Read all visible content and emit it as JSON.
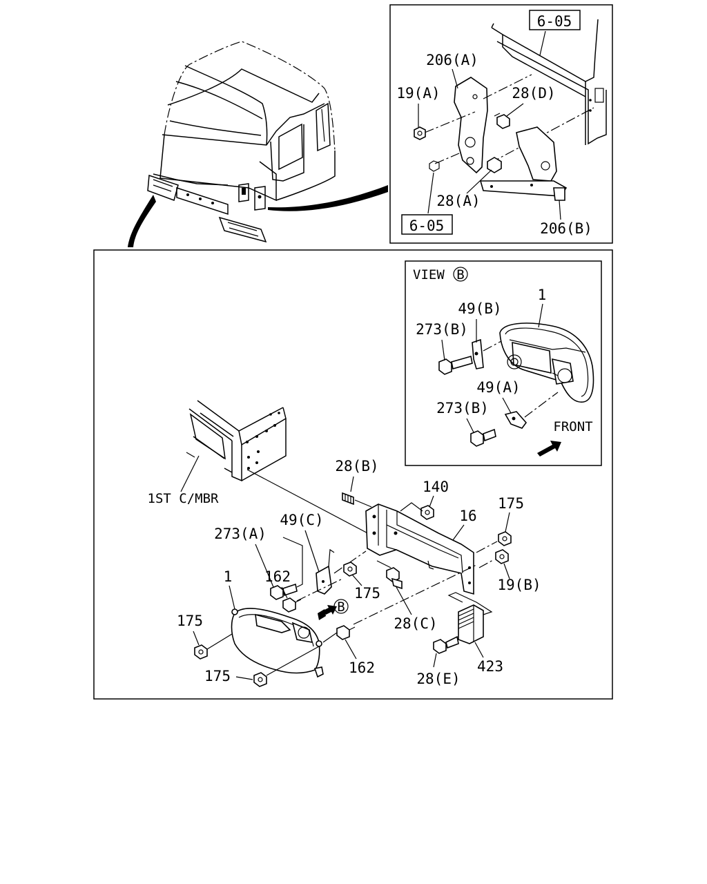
{
  "refs": {
    "top": "6-05",
    "bottom": "6-05"
  },
  "inset_top": {
    "labels": {
      "bracket_206a": "206(A)",
      "nut_19a": "19(A)",
      "bolt_28d": "28(D)",
      "bolt_28a": "28(A)",
      "bracket_206b": "206(B)"
    }
  },
  "view_b": {
    "title": "VIEW",
    "title_symbol": "B",
    "labels": {
      "lamp_1": "1",
      "bracket_49b": "49(B)",
      "bolt_273b_upper": "273(B)",
      "bracket_49a": "49(A)",
      "bolt_273b_lower": "273(B)",
      "front": "FRONT"
    }
  },
  "main": {
    "labels": {
      "crossmember": "1ST C/MBR",
      "bolt_28b": "28(B)",
      "nut_140": "140",
      "bracket_16": "16",
      "nut_175_right": "175",
      "bolt_273a": "273(A)",
      "bracket_49c": "49(C)",
      "lamp_1": "1",
      "stud_162_upper": "162",
      "nut_175_mid": "175",
      "view_arrow": "B",
      "nut_19b": "19(B)",
      "bolt_28c": "28(C)",
      "nut_175_left": "175",
      "nut_175_bottom": "175",
      "stud_162_lower": "162",
      "bolt_28e": "28(E)",
      "pad_423": "423"
    }
  },
  "colors": {
    "line": "#000000",
    "background": "#ffffff"
  }
}
